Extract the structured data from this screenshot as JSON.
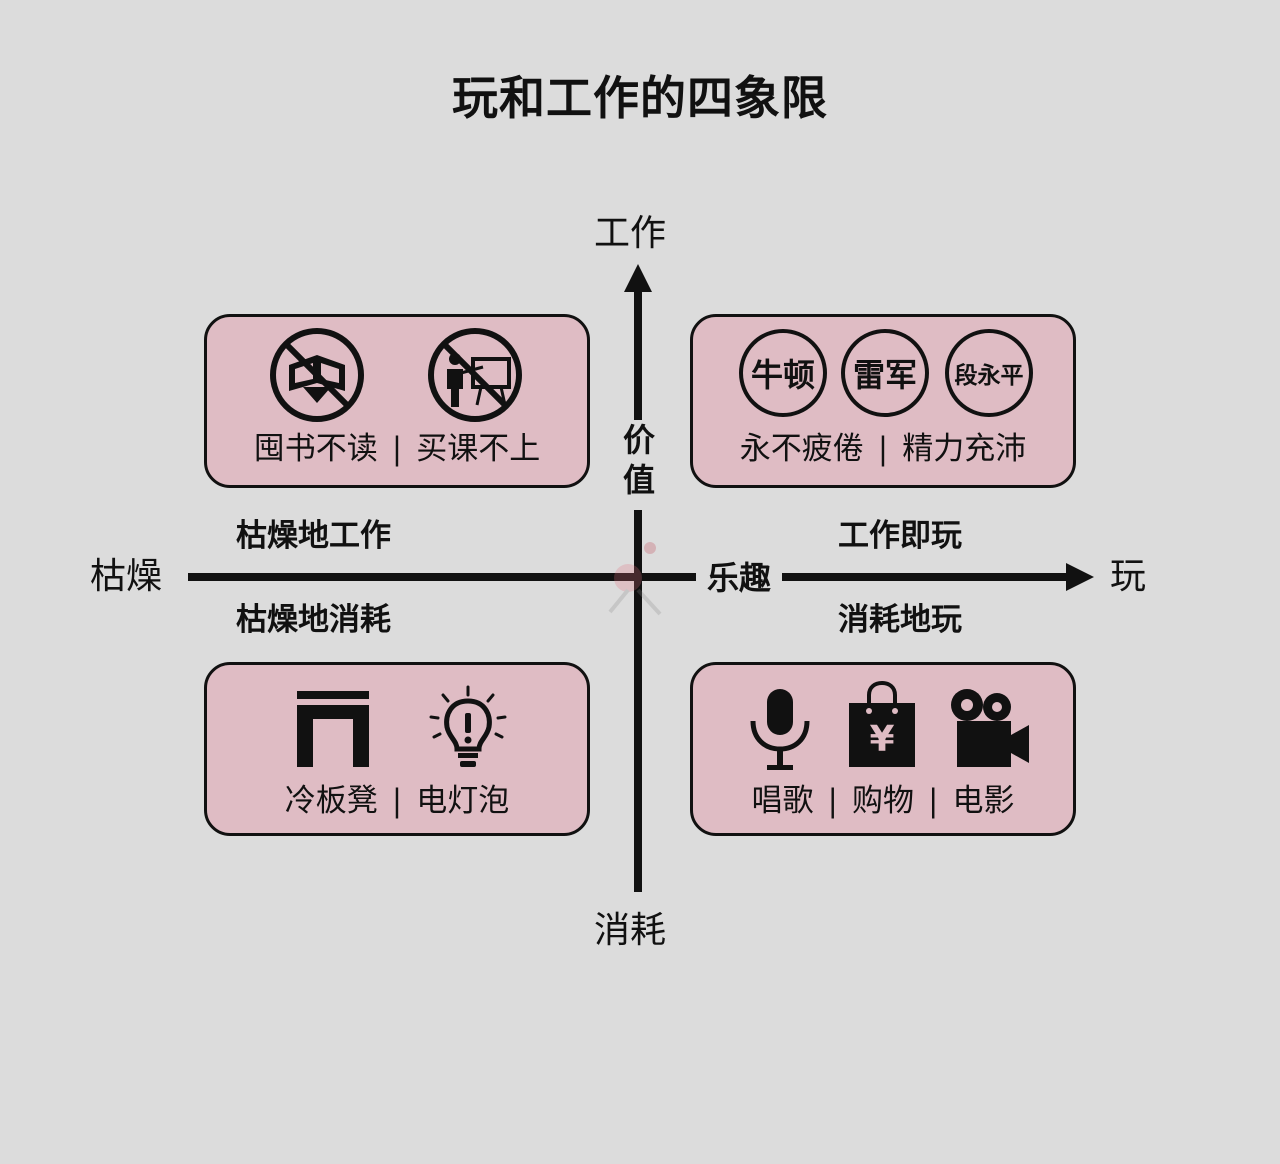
{
  "title": "玩和工作的四象限",
  "axes": {
    "top": "工作",
    "bottom": "消耗",
    "left": "枯燥",
    "right": "玩",
    "vertical_mid": [
      "价",
      "值"
    ],
    "horizontal_mid": "乐趣"
  },
  "quadrants": {
    "top_left": {
      "label": "枯燥地工作",
      "caption_left": "囤书不读",
      "caption_right": "买课不上",
      "separator": "|",
      "icons": [
        "no-books-icon",
        "no-lecture-icon"
      ]
    },
    "top_right": {
      "label": "工作即玩",
      "people": [
        "牛顿",
        "雷军",
        "段永平"
      ],
      "caption_left": "永不疲倦",
      "caption_right": "精力充沛",
      "separator": "|"
    },
    "bottom_left": {
      "label": "枯燥地消耗",
      "caption_left": "冷板凳",
      "caption_right": "电灯泡",
      "separator": "|",
      "icons": [
        "bench-icon",
        "lightbulb-icon"
      ]
    },
    "bottom_right": {
      "label": "消耗地玩",
      "captions": [
        "唱歌",
        "购物",
        "电影"
      ],
      "separator": "|",
      "shopping_symbol": "¥",
      "icons": [
        "microphone-icon",
        "shopping-bag-icon",
        "movie-camera-icon"
      ]
    }
  },
  "colors": {
    "background": "#dcdcdc",
    "box_fill": "#dfbcc4",
    "ink": "#111111"
  }
}
